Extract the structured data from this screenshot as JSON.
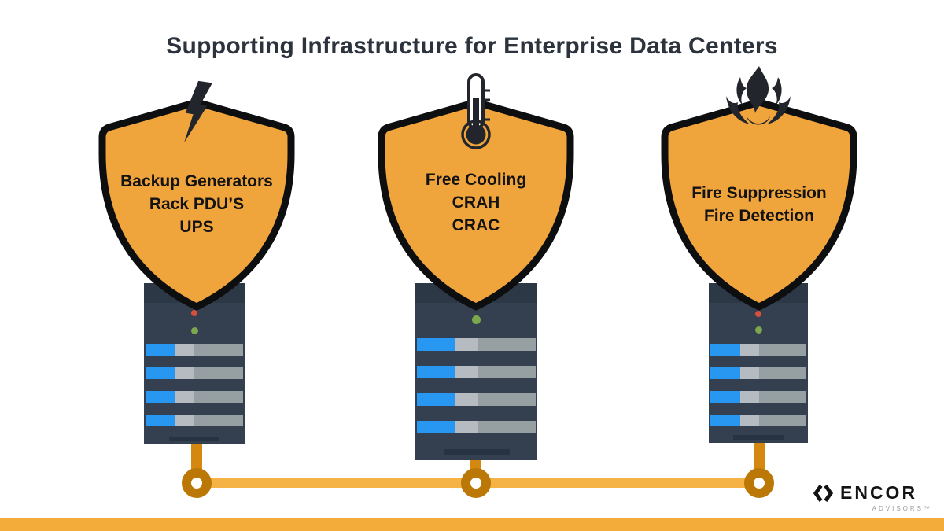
{
  "title": "Supporting Infrastructure for Enterprise Data Centers",
  "columns": [
    {
      "icon": "lightning-bolt-icon",
      "shield_lines": [
        "Backup Generators",
        "Rack PDU’S",
        "UPS"
      ],
      "rack": {
        "leds": [
          "red",
          "green"
        ],
        "drive_rows": 4
      }
    },
    {
      "icon": "thermometer-icon",
      "shield_lines": [
        "Free Cooling",
        "CRAH",
        "CRAC"
      ],
      "rack": {
        "leds": [
          "green"
        ],
        "drive_rows": 4
      }
    },
    {
      "icon": "fire-icon",
      "shield_lines": [
        "Fire Suppression",
        "Fire Detection"
      ],
      "rack": {
        "leds": [
          "red",
          "green"
        ],
        "drive_rows": 4
      }
    }
  ],
  "logo": {
    "brand": "ENCOR",
    "tagline": "ADVISORS™"
  },
  "colors": {
    "shield_fill": "#F0A43C",
    "shield_border": "#0D0E10",
    "icon_dark": "#22262C",
    "rack_body": "#344050",
    "rack_band": "#2C3845",
    "drive_blue": "#2797F2",
    "drive_light_gray": "#B5BBC1",
    "drive_gray": "#96A0A2",
    "led_red": "#D94F3D",
    "led_green": "#7BA84C",
    "connector_stem": "#D4880F",
    "connector_node_ring": "#BB7807",
    "connector_line": "#F5B245",
    "bottom_bar": "#F3AC3A",
    "title_text": "#2C333D"
  }
}
